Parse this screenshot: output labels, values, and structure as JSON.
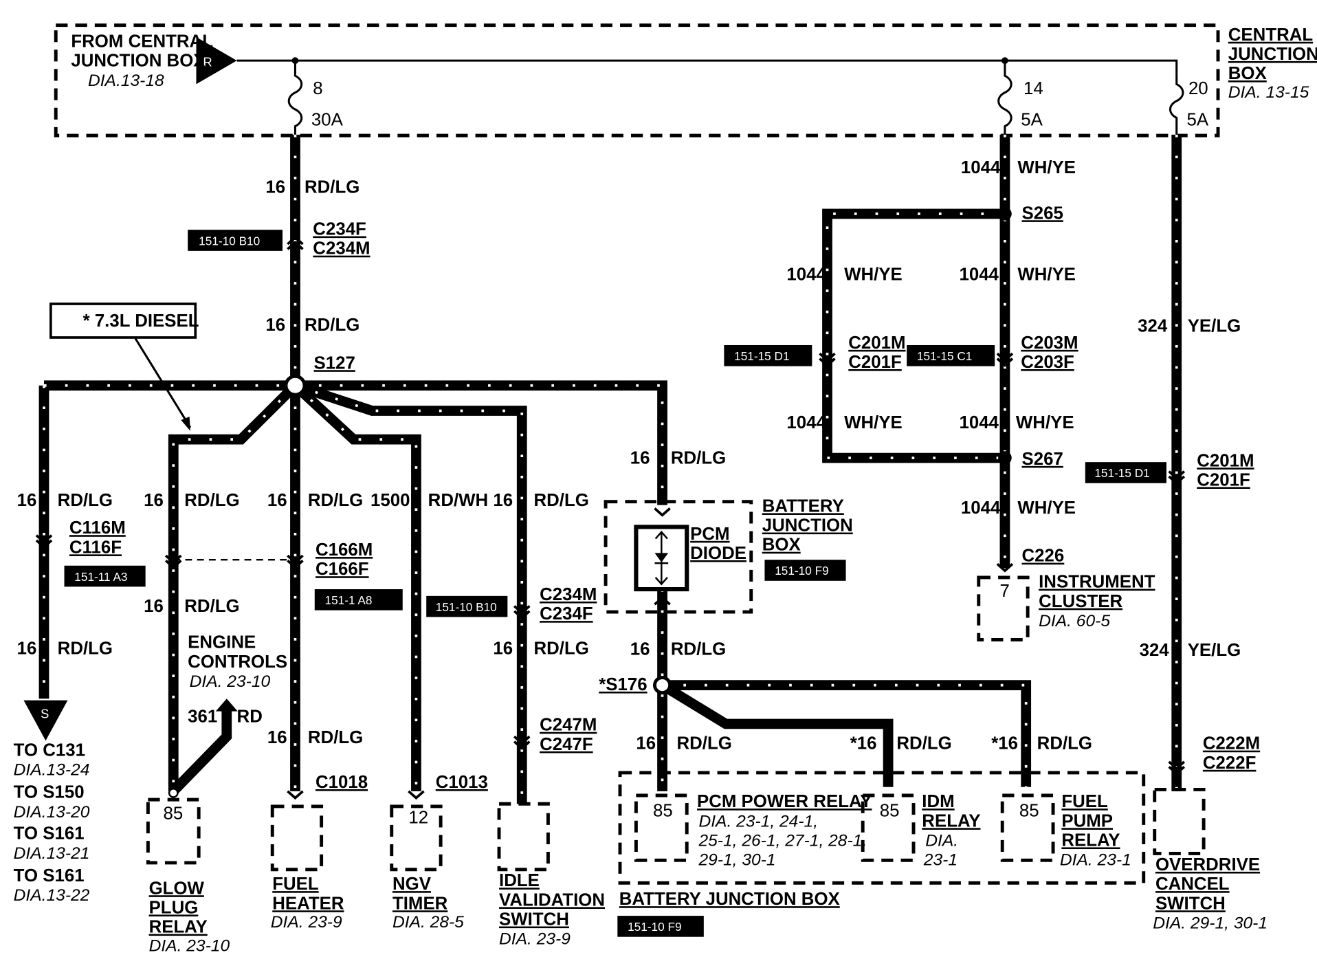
{
  "cjb_top": {
    "from_line1": "FROM CENTRAL",
    "from_line2": "JUNCTION BOX",
    "from_dia": "DIA.13-18",
    "from_marker": "R",
    "right_line1": "CENTRAL",
    "right_line2": "JUNCTION",
    "right_line3": "BOX",
    "right_dia": "DIA. 13-15"
  },
  "fuses": [
    {
      "num": "8",
      "rating": "30A"
    },
    {
      "num": "14",
      "rating": "5A"
    },
    {
      "num": "20",
      "rating": "5A"
    }
  ],
  "wires": {
    "g16": "16",
    "rdlg": "RD/LG",
    "g1044": "1044",
    "whye": "WH/YE",
    "g324": "324",
    "yelg": "YE/LG",
    "g1500": "1500",
    "rdwh": "RD/WH",
    "g361": "361",
    "rd": "RD",
    "g16s": "*16"
  },
  "connectors": {
    "c234f": "C234F",
    "c234m": "C234M",
    "c201m": "C201M",
    "c201f": "C201F",
    "c203m": "C203M",
    "c203f": "C203F",
    "c116m": "C116M",
    "c116f": "C116F",
    "c166m": "C166M",
    "c166f": "C166F",
    "c247m": "C247M",
    "c247f": "C247F",
    "c222m": "C222M",
    "c222f": "C222F",
    "c226": "C226",
    "c1018": "C1018",
    "c1013": "C1013"
  },
  "splices": {
    "s127": "S127",
    "s265": "S265",
    "s267": "S267",
    "s176": "*S176"
  },
  "tags": {
    "t1": "151-10 B10",
    "t2": "151-15 D1",
    "t3": "151-15 C1",
    "t4": "151-15 D1",
    "t5": "151-11 A3",
    "t6": "151-1 A8",
    "t7": "151-10 B10",
    "t8": "151-10 F9",
    "t9": "151-10 F9"
  },
  "note": "* 7.3L DIESEL",
  "engine": {
    "l1": "ENGINE",
    "l2": "CONTROLS",
    "dia": "DIA. 23-10"
  },
  "ground": {
    "marker": "S",
    "t1": "TO C131",
    "d1": "DIA.13-24",
    "t2": "TO S150",
    "d2": "DIA.13-20",
    "t3": "TO S161",
    "d3": "DIA.13-21",
    "t4": "TO S161",
    "d4": "DIA.13-22"
  },
  "components": {
    "glow": {
      "pin": "85",
      "l1": "GLOW",
      "l2": "PLUG",
      "l3": "RELAY",
      "dia": "DIA. 23-10"
    },
    "fuel": {
      "l1": "FUEL",
      "l2": "HEATER",
      "dia": "DIA. 23-9"
    },
    "ngv": {
      "pin": "12",
      "l1": "NGV",
      "l2": "TIMER",
      "dia": "DIA. 28-5"
    },
    "idle": {
      "l1": "IDLE",
      "l2": "VALIDATION",
      "l3": "SWITCH",
      "dia": "DIA. 23-9"
    },
    "bjb": {
      "l1": "BATTERY",
      "l2": "JUNCTION",
      "l3": "BOX"
    },
    "pcmd": {
      "l1": "PCM",
      "l2": "DIODE"
    },
    "inst": {
      "pin": "7",
      "l1": "INSTRUMENT",
      "l2": "CLUSTER",
      "dia": "DIA. 60-5"
    },
    "pcmr": {
      "pin": "85",
      "l1": "PCM POWER RELAY",
      "d1": "DIA. 23-1, 24-1,",
      "d2": "25-1, 26-1, 27-1, 28-1,",
      "d3": "29-1, 30-1"
    },
    "idm": {
      "pin": "85",
      "l1": "IDM",
      "l2": "RELAY",
      "d1": "DIA.",
      "d2": "23-1"
    },
    "fpump": {
      "pin": "85",
      "l1": "FUEL",
      "l2": "PUMP",
      "l3": "RELAY",
      "dia": "DIA. 23-1"
    },
    "bjb2": {
      "label": "BATTERY JUNCTION BOX"
    },
    "odc": {
      "l1": "OVERDRIVE",
      "l2": "CANCEL",
      "l3": "SWITCH",
      "dia": "DIA. 29-1, 30-1"
    }
  }
}
